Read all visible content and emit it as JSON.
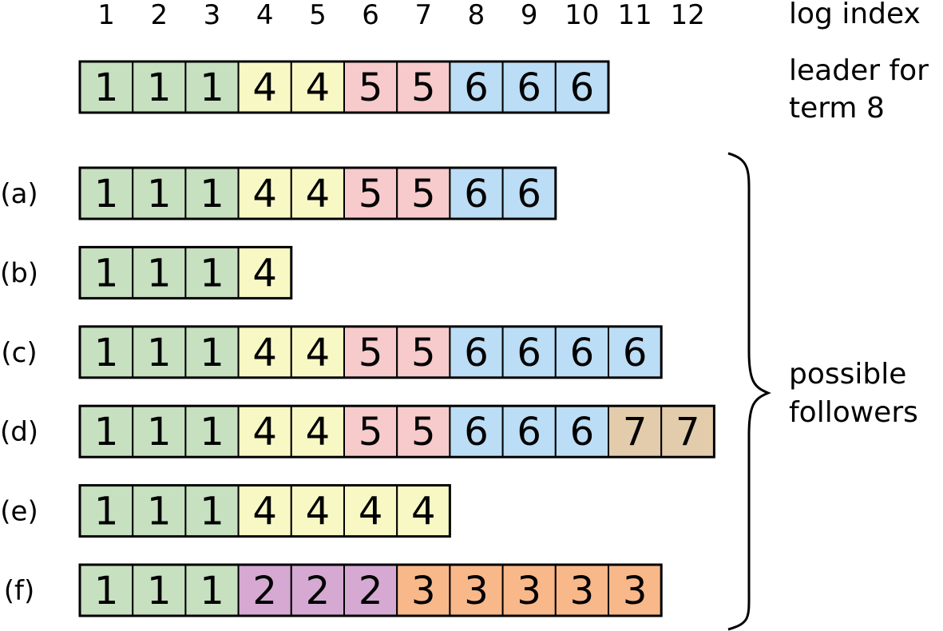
{
  "index_axis": {
    "indices": [
      "1",
      "2",
      "3",
      "4",
      "5",
      "6",
      "7",
      "8",
      "9",
      "10",
      "11",
      "12"
    ],
    "label": "log index"
  },
  "term_colors": {
    "1": "#c6e0c0",
    "2": "#d5a9d2",
    "3": "#f9b88a",
    "4": "#f7f8c4",
    "5": "#f7cacb",
    "6": "#bbddf5",
    "7": "#e3ccab"
  },
  "leader": {
    "label_lines": [
      "leader for",
      "term 8"
    ],
    "entries": [
      "1",
      "1",
      "1",
      "4",
      "4",
      "5",
      "5",
      "6",
      "6",
      "6"
    ]
  },
  "followers": {
    "group_label_lines": [
      "possible",
      "followers"
    ],
    "rows": [
      {
        "label": "(a)",
        "entries": [
          "1",
          "1",
          "1",
          "4",
          "4",
          "5",
          "5",
          "6",
          "6"
        ]
      },
      {
        "label": "(b)",
        "entries": [
          "1",
          "1",
          "1",
          "4"
        ]
      },
      {
        "label": "(c)",
        "entries": [
          "1",
          "1",
          "1",
          "4",
          "4",
          "5",
          "5",
          "6",
          "6",
          "6",
          "6"
        ]
      },
      {
        "label": "(d)",
        "entries": [
          "1",
          "1",
          "1",
          "4",
          "4",
          "5",
          "5",
          "6",
          "6",
          "6",
          "7",
          "7"
        ]
      },
      {
        "label": "(e)",
        "entries": [
          "1",
          "1",
          "1",
          "4",
          "4",
          "4",
          "4"
        ]
      },
      {
        "label": "(f)",
        "entries": [
          "1",
          "1",
          "1",
          "2",
          "2",
          "2",
          "3",
          "3",
          "3",
          "3",
          "3"
        ]
      }
    ]
  }
}
